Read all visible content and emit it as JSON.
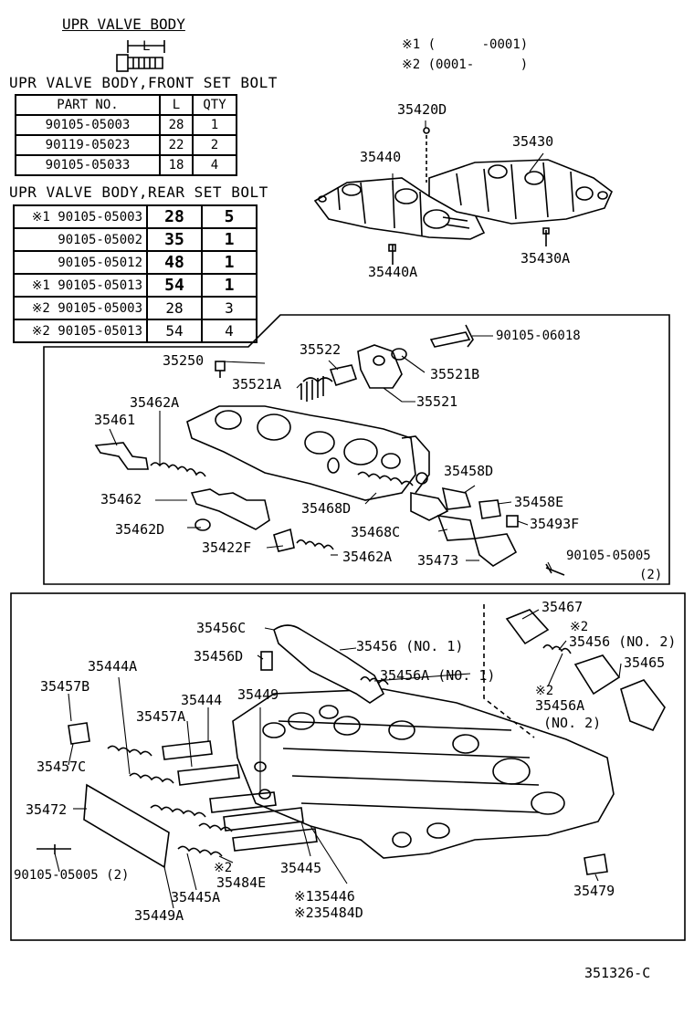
{
  "title": "UPR VALVE BODY",
  "bolt_dim_label": "L",
  "notes": [
    {
      "mark": "※1",
      "range": "(      -0001)"
    },
    {
      "mark": "※2",
      "range": "(0001-      )"
    }
  ],
  "front_table": {
    "heading": "UPR VALVE BODY,FRONT SET BOLT",
    "columns": [
      "PART NO.",
      "L",
      "QTY"
    ],
    "rows": [
      [
        "90105-05003",
        "28",
        "1"
      ],
      [
        "90119-05023",
        "22",
        "2"
      ],
      [
        "90105-05033",
        "18",
        "4"
      ]
    ]
  },
  "rear_table": {
    "heading": "UPR VALVE BODY,REAR SET BOLT",
    "rows": [
      [
        "※1 90105-05003",
        "28",
        "5"
      ],
      [
        "90105-05002",
        "35",
        "1"
      ],
      [
        "90105-05012",
        "48",
        "1"
      ],
      [
        "※1 90105-05013",
        "54",
        "1"
      ],
      [
        "※2 90105-05003",
        "28",
        "3"
      ],
      [
        "※2 90105-05013",
        "54",
        "4"
      ]
    ]
  },
  "labels": {
    "p35420D": "35420D",
    "p35440": "35440",
    "p35430": "35430",
    "p35440A": "35440A",
    "p35430A": "35430A",
    "p90105_06018": "90105-06018",
    "p35522": "35522",
    "p35250": "35250",
    "p35521A": "35521A",
    "p35521B": "35521B",
    "p35521": "35521",
    "p35462A_top": "35462A",
    "p35461": "35461",
    "p35458D": "35458D",
    "p35462": "35462",
    "p35458E": "35458E",
    "p35468D": "35468D",
    "p35493F": "35493F",
    "p35462D": "35462D",
    "p35468C": "35468C",
    "p35422F": "35422F",
    "p35462A_bot": "35462A",
    "p35473": "35473",
    "p90105_05005_mid": "90105-05005",
    "p90105_05005_mid_qty": "(2)",
    "p35467": "35467",
    "p35456C": "35456C",
    "p35456_no1": "35456 (NO. 1)",
    "p35456D": "35456D",
    "p2_a": "※2",
    "p35456_no2": "35456 (NO. 2)",
    "p35465": "35465",
    "p35444A": "35444A",
    "p35456A_no1": "35456A (NO. 1)",
    "p35457B": "35457B",
    "p35444": "35444",
    "p35449": "35449",
    "p2_b": "※2",
    "p35456A_no2": "35456A",
    "p35456A_no2_b": "(NO. 2)",
    "p35457A": "35457A",
    "p35457C": "35457C",
    "p35472": "35472",
    "p2_c": "※2",
    "p35484E": "35484E",
    "p35445": "35445",
    "p90105_05005_bot": "90105-05005 (2)",
    "p35445A": "35445A",
    "p35446": "※135446",
    "p35479": "35479",
    "p35449A": "35449A",
    "p35484D": "※235484D",
    "figure_id": "351326-C"
  }
}
